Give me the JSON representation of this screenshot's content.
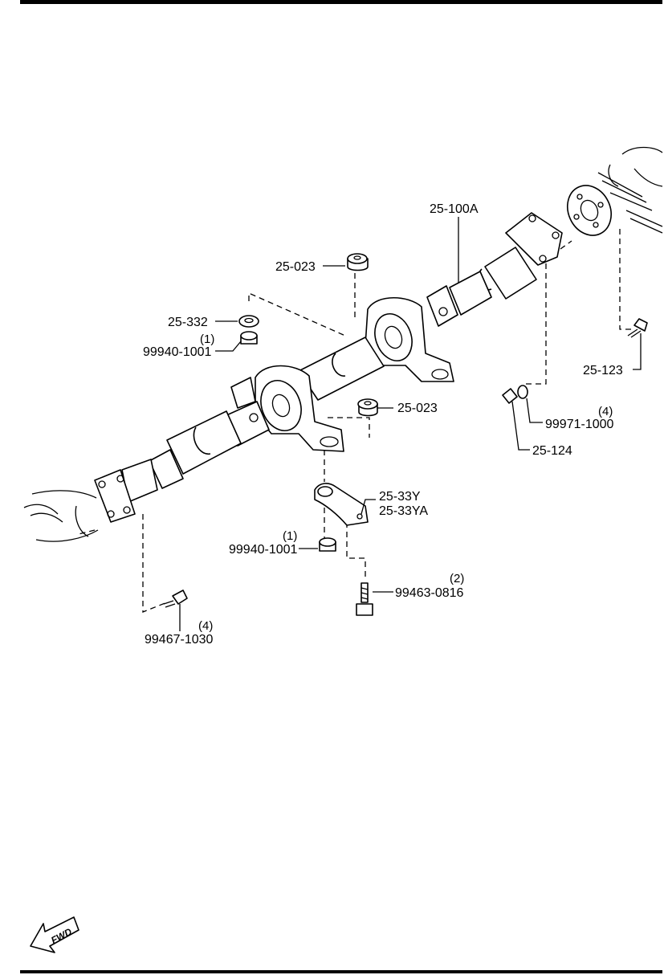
{
  "labels": {
    "shaft": "25-100A",
    "cushion_top": "25-023",
    "cushion_mid": "25-023",
    "washer": "25-332",
    "nut_upper_qty": "(1)",
    "nut_upper": "99940-1001",
    "bolt_right": "25-123",
    "washer_right_qty": "(4)",
    "washer_right": "99971-1000",
    "nut_right": "25-124",
    "bracket_1": "25-33Y",
    "bracket_2": "25-33YA",
    "nut_lower_qty": "(1)",
    "nut_lower": "99940-1001",
    "bolt_bracket_qty": "(2)",
    "bolt_bracket": "99463-0816",
    "bolt_left_qty": "(4)",
    "bolt_left": "99467-1030"
  },
  "fwd_label": "FWD"
}
